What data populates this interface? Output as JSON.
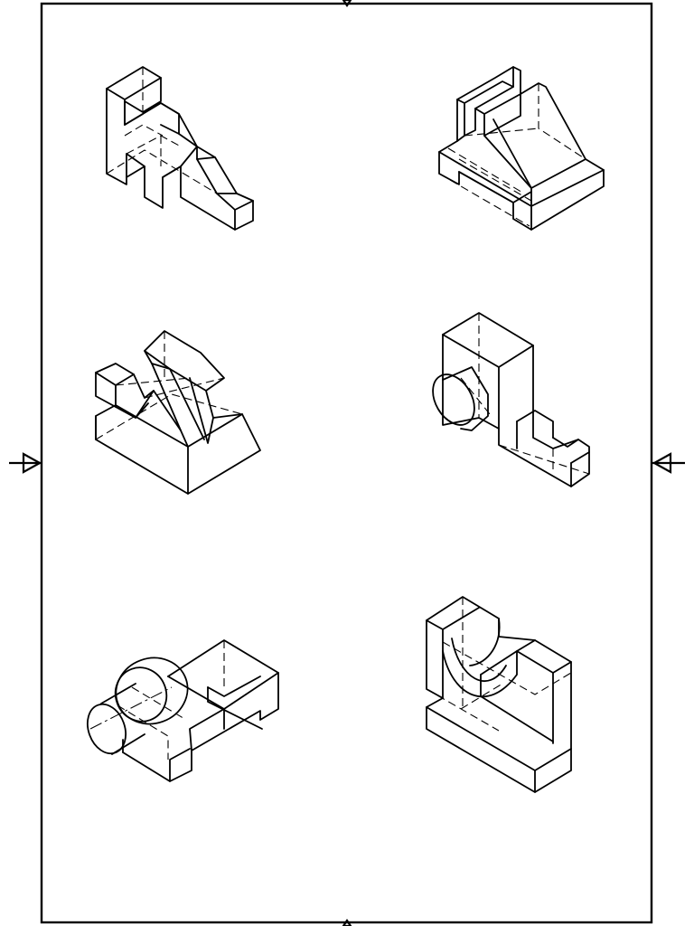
{
  "sheet": {
    "drawing_type": "isometric technical drawings with hidden lines",
    "object_count": 6,
    "has_border_frame": true,
    "centering_marks": [
      "top",
      "bottom",
      "left",
      "right"
    ],
    "line_color": "#000000",
    "background_color": "#ffffff"
  },
  "objects": [
    {
      "id": 1,
      "name": "stepped-block-with-notch",
      "position": "top-left"
    },
    {
      "id": 2,
      "name": "slotted-base-with-upright",
      "position": "top-right"
    },
    {
      "id": 3,
      "name": "base-with-v-cut-ribs",
      "position": "middle-left"
    },
    {
      "id": 4,
      "name": "tall-block-with-cylinder-boss",
      "position": "middle-right"
    },
    {
      "id": 5,
      "name": "cylinder-boss-on-channel-block",
      "position": "bottom-left"
    },
    {
      "id": 6,
      "name": "saddle-block-with-half-round-cut",
      "position": "bottom-right"
    }
  ]
}
